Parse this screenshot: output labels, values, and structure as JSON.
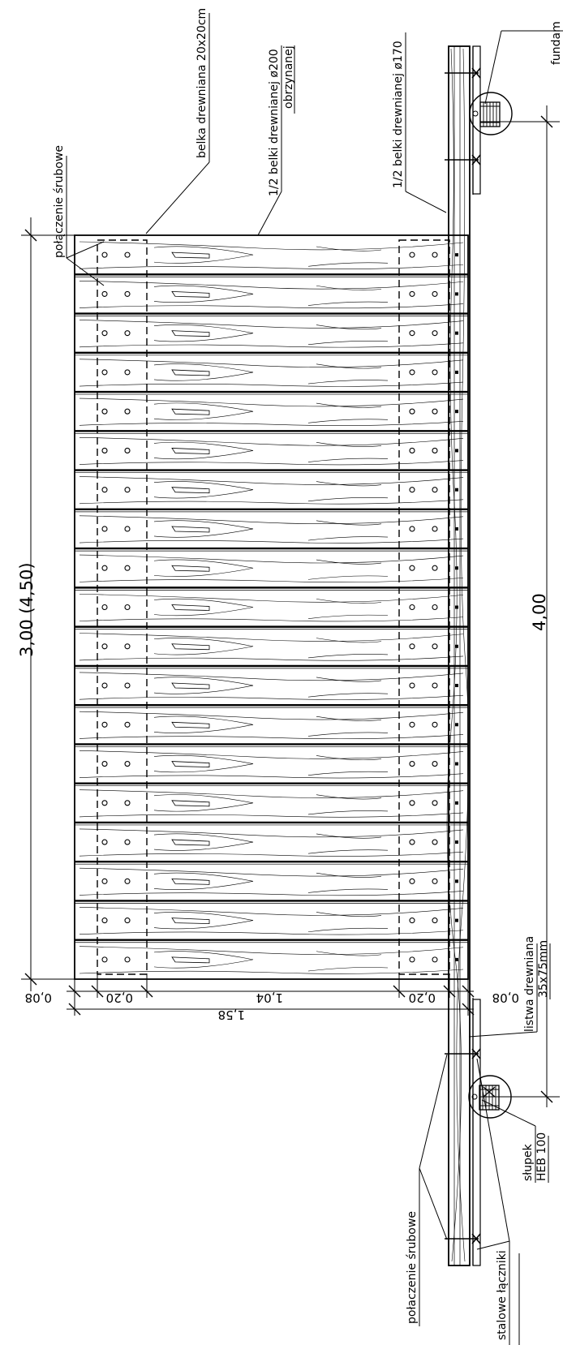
{
  "labels": {
    "foundation": "fundam",
    "beam_20x20": "belka drewniana 20x20cm",
    "half_log_200_l1": "1/2 belki drewnianej ø200",
    "half_log_200_l2": "obrzynanej",
    "half_log_170": "1/2 belki drewnianej ø170",
    "bolt_connection_top": "połączenie śrubowe",
    "bolt_connection_bottom": "połaczenie śrubowe",
    "wood_strip_l1": "listwa drewniana",
    "wood_strip_l2": "35x75mm",
    "post_l1": "słupek",
    "post_l2": "HEB 100",
    "steel_connectors": "stalowe łączniki"
  },
  "dimensions": {
    "length_main": "3,00 (4,50)",
    "length_total": "4,00",
    "width_total": "1,58",
    "edge_top": "0,08",
    "end_top": "0,20",
    "middle": "1,04",
    "end_bottom": "0,20",
    "edge_bottom": "0,08"
  },
  "deck": {
    "plank_count": 19
  }
}
